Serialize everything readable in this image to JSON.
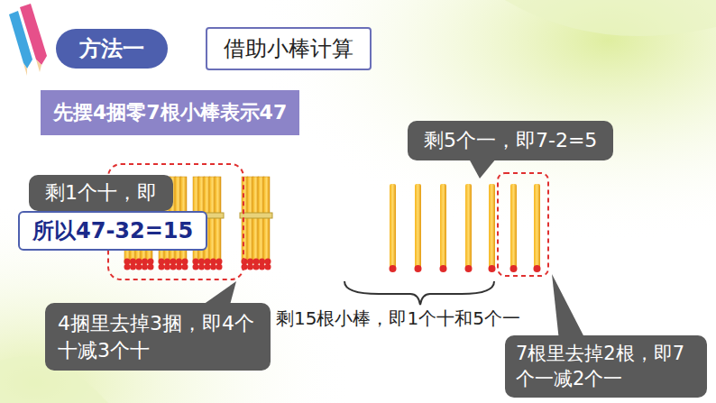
{
  "diagram": {
    "nodes": [
      {
        "text": [
          "方法一"
        ]
      },
      {
        "text": [
          "借助小棒计算"
        ]
      },
      {
        "text": [
          "先摆4捆零7根小棒表示47"
        ]
      },
      {
        "text": [
          "剩5个一，即7-2=5"
        ]
      },
      {
        "text": [
          "剩1个十，即"
        ]
      },
      {
        "text": [
          "所以47-32=15"
        ]
      },
      {
        "text": [
          "4捆里去掉3捆，即4个十减3个十"
        ]
      },
      {
        "text": [
          "7根里去掉2根，即7个一减2个一"
        ]
      }
    ],
    "labels": [
      "剩15根小棒，即1个十和5个一"
    ]
  }
}
